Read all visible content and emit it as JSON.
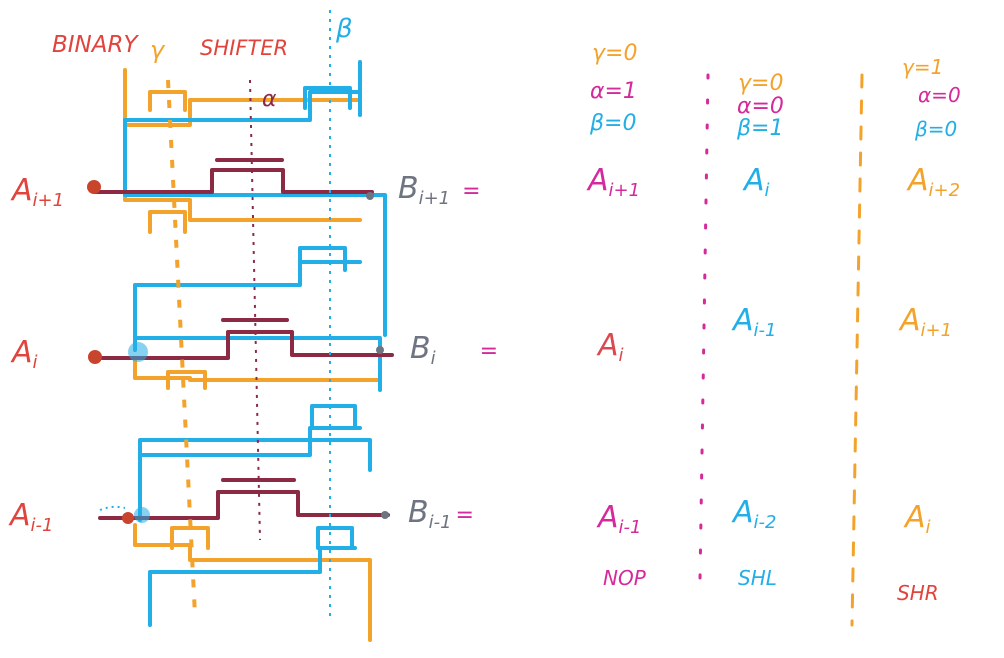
{
  "title": {
    "binary": "BINARY",
    "gamma": "γ",
    "shifter": "SHIFTER",
    "beta": "β",
    "alpha": "α"
  },
  "colors": {
    "orange": "#f3a32b",
    "blue": "#22aee6",
    "wire": "#8c2a44",
    "green": "#2aa84a",
    "red": "#e0443c",
    "magenta": "#d42a9c",
    "grey": "#6f7580",
    "node": "#c9442c"
  },
  "inputs": [
    {
      "base": "A",
      "sub": "i+1"
    },
    {
      "base": "A",
      "sub": "i"
    },
    {
      "base": "A",
      "sub": "i-1"
    }
  ],
  "outputs": [
    {
      "base": "B",
      "sub": "i+1",
      "eq": "="
    },
    {
      "base": "B",
      "sub": "i",
      "eq": "="
    },
    {
      "base": "B",
      "sub": "i-1",
      "eq": "="
    }
  ],
  "columns": [
    {
      "controls": [
        "γ=0",
        "α=1",
        "β=0"
      ],
      "rows": [
        {
          "base": "A",
          "sub": "i+1"
        },
        {
          "base": "A",
          "sub": "i"
        },
        {
          "base": "A",
          "sub": "i-1"
        }
      ],
      "label": "NOP"
    },
    {
      "controls": [
        "γ=0",
        "α=0",
        "β=1"
      ],
      "rows": [
        {
          "base": "A",
          "sub": "i"
        },
        {
          "base": "A",
          "sub": "i-1"
        },
        {
          "base": "A",
          "sub": "i-2"
        }
      ],
      "label": "SHL"
    },
    {
      "controls": [
        "γ=1",
        "α=0",
        "β=0"
      ],
      "rows": [
        {
          "base": "A",
          "sub": "i+2"
        },
        {
          "base": "A",
          "sub": "i+1"
        },
        {
          "base": "A",
          "sub": "i"
        }
      ],
      "label": "SHR"
    }
  ]
}
